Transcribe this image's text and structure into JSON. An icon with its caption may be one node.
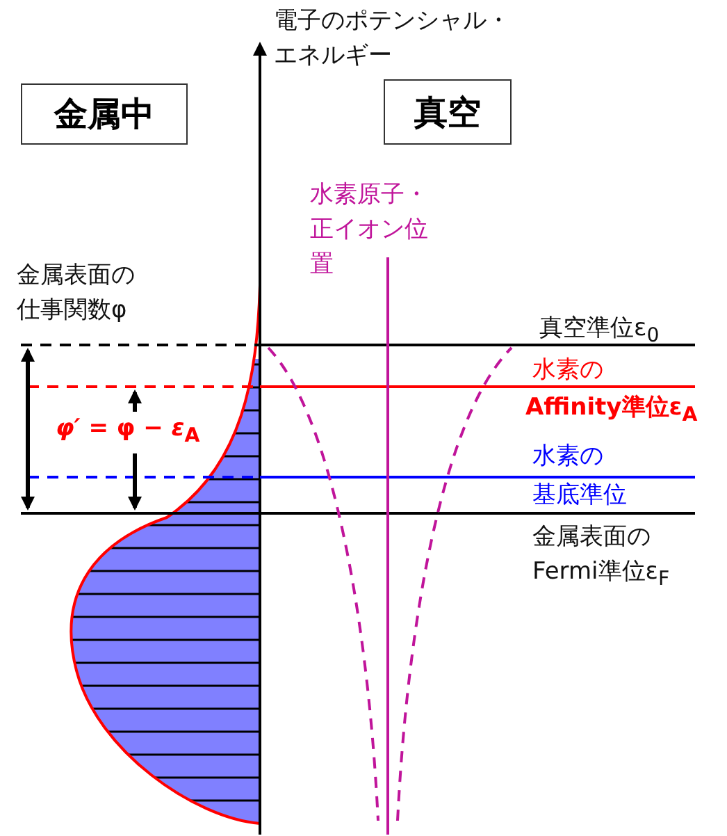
{
  "diagram": {
    "nodes": [
      {
        "text": [
          "金属中"
        ]
      },
      {
        "text": [
          "真空"
        ]
      }
    ],
    "labels": [
      "電子のポテンシャル・エネルギー",
      "水素原子・正イオン位置",
      "金属表面の仕事関数φ",
      "*φ′* = φ − *ε*$_{A}$",
      "真空準位ε$_{0}$",
      "水素の",
      "Affinity準位ε$_{A}$",
      "水素の",
      "基底準位",
      "金属表面のFermi準位ε$_{F}$"
    ]
  }
}
